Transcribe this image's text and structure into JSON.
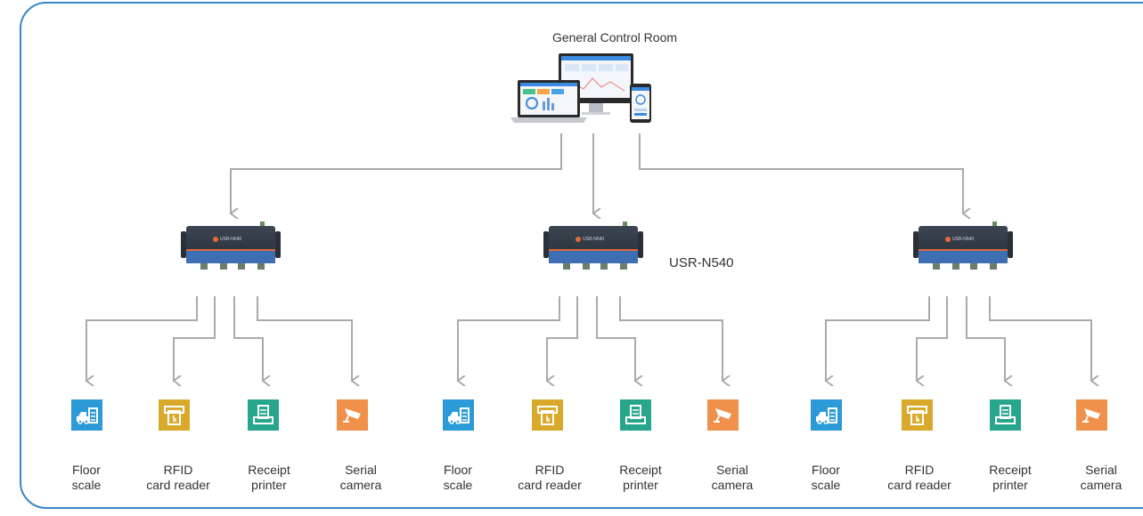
{
  "title": "General Control Room",
  "model_label": "USR-N540",
  "gateway_caption": "USR-N540",
  "colors": {
    "frame": "#3a86c8",
    "arrow": "#aaaaaa",
    "floor_scale": "#2d9ad8",
    "rfid": "#d8a92b",
    "printer": "#27a68c",
    "camera": "#f0914b"
  },
  "groups": [
    {
      "devices": [
        {
          "icon": "truck-scale-icon",
          "line1": "Floor",
          "line2": "scale"
        },
        {
          "icon": "card-reader-icon",
          "line1": "RFID",
          "line2": "card reader"
        },
        {
          "icon": "printer-icon",
          "line1": "Receipt",
          "line2": "printer"
        },
        {
          "icon": "camera-icon",
          "line1": "Serial",
          "line2": "camera"
        }
      ]
    },
    {
      "devices": [
        {
          "icon": "truck-scale-icon",
          "line1": "Floor",
          "line2": "scale"
        },
        {
          "icon": "card-reader-icon",
          "line1": "RFID",
          "line2": "card reader"
        },
        {
          "icon": "printer-icon",
          "line1": "Receipt",
          "line2": "printer"
        },
        {
          "icon": "camera-icon",
          "line1": "Serial",
          "line2": "camera"
        }
      ]
    },
    {
      "devices": [
        {
          "icon": "truck-scale-icon",
          "line1": "Floor",
          "line2": "scale"
        },
        {
          "icon": "card-reader-icon",
          "line1": "RFID",
          "line2": "card reader"
        },
        {
          "icon": "printer-icon",
          "line1": "Receipt",
          "line2": "printer"
        },
        {
          "icon": "camera-icon",
          "line1": "Serial",
          "line2": "camera"
        }
      ]
    }
  ]
}
